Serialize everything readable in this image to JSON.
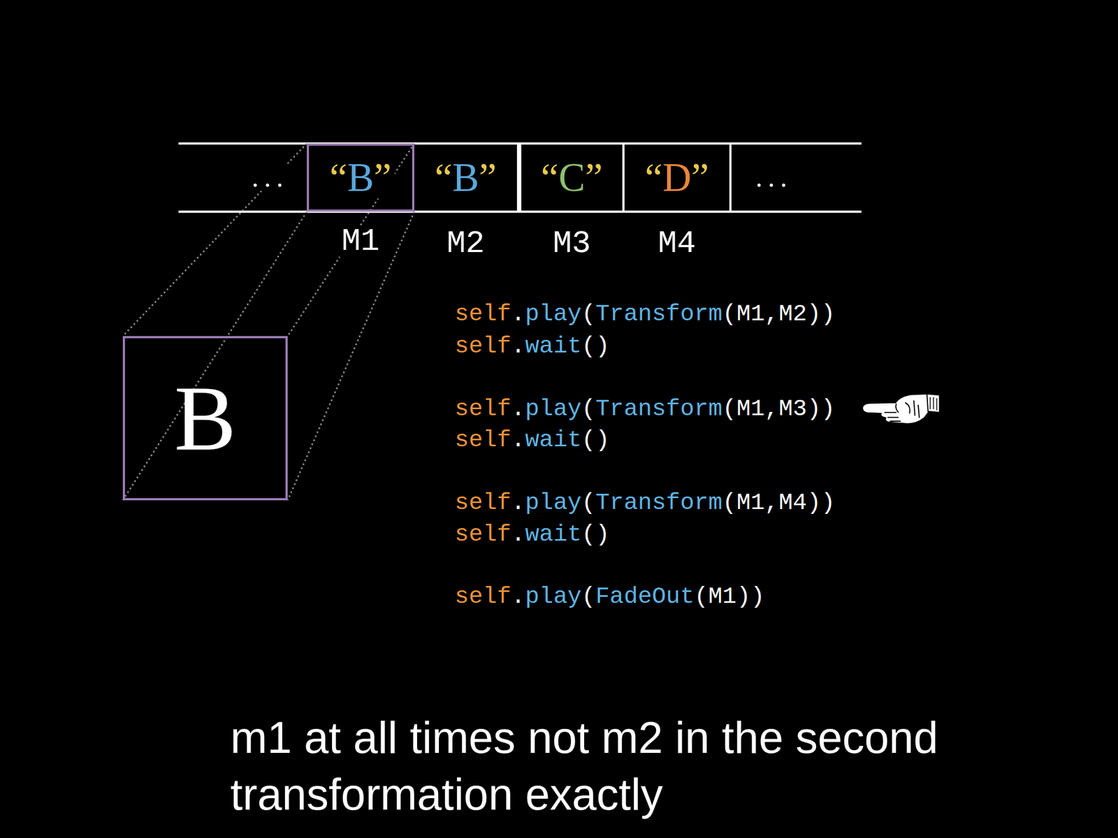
{
  "diagram": {
    "caption": "m1 at all times not m2 in the second transformation exactly",
    "nodes": [
      {
        "text": [
          "“B”",
          "M1"
        ]
      },
      {
        "text": [
          "“B”",
          "M2"
        ]
      },
      {
        "text": [
          "“C”",
          "M3"
        ]
      },
      {
        "text": [
          "“D”",
          "M4"
        ]
      },
      {
        "text": [
          "B"
        ]
      }
    ],
    "edges": [
      {
        "from": 0,
        "to": 4,
        "arrow": "none"
      }
    ],
    "labels": [
      "...",
      "...",
      "self.play(Transform(M1,M2))",
      "self.wait()",
      "self.play(Transform(M1,M3))",
      "self.wait()",
      "self.play(Transform(M1,M4))",
      "self.wait()",
      "self.play(FadeOut(M1))"
    ]
  }
}
